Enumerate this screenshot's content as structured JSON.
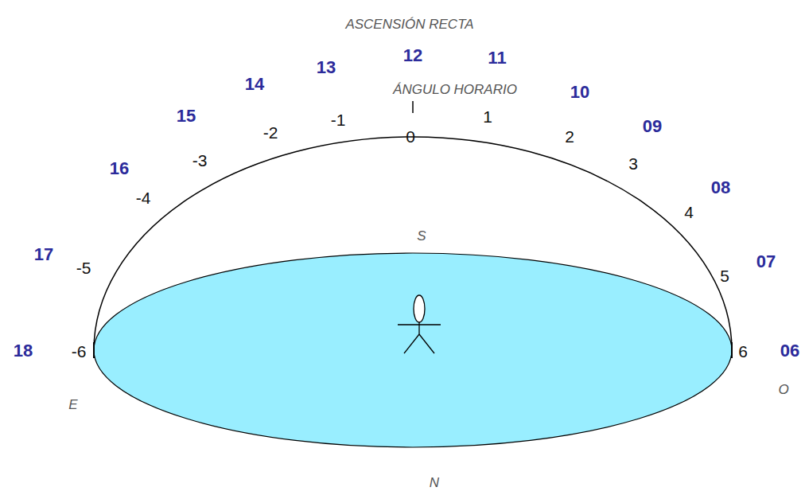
{
  "diagram": {
    "labels": [
      "ASCENSIÓN RECTA",
      "12",
      "11",
      "13",
      "14",
      "10",
      "ÁNGULO HORARIO",
      "15",
      "-1",
      "1",
      "09",
      "-2",
      "0",
      "2",
      "-3",
      "3",
      "16",
      "08",
      "-4",
      "4",
      "S",
      "17",
      "07",
      "-5",
      "5",
      "18",
      "-6",
      "6",
      "06",
      "O",
      "E",
      "N"
    ]
  }
}
